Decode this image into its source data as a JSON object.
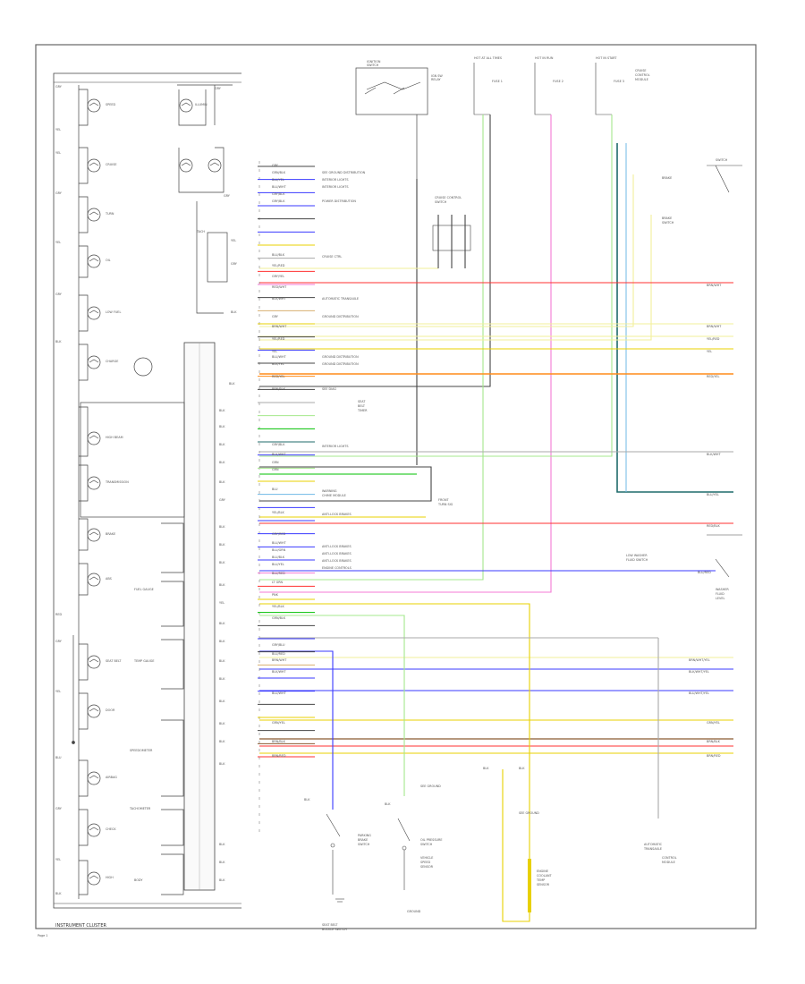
{
  "diagram": {
    "title": "INSTRUMENT CLUSTER",
    "page_ref": "Page 1"
  },
  "colors": {
    "border": "#555555",
    "frame": "#222222",
    "wire_black": "#444444",
    "wire_blue": "#3a3aff",
    "wire_yellow": "#e8d000",
    "wire_pale_yellow": "#f2ef9a",
    "wire_red": "#ff3030",
    "wire_pink": "#f47ad6",
    "wire_green": "#00c000",
    "wire_light_green": "#a4e88c",
    "wire_orange": "#ff8c1a",
    "wire_tan": "#d8b070",
    "wire_light_blue": "#6fb8e6",
    "wire_dark_teal": "#1f6b6b",
    "wire_brown": "#8a5a30",
    "wire_gray": "#aaaaaa"
  },
  "connectors": {
    "hot_feeds": [
      "HOT AT ALL TIMES",
      "HOT IN RUN",
      "HOT IN START"
    ],
    "fuse_labels": [
      "FUSE 1",
      "FUSE 2",
      "FUSE 3"
    ],
    "ground": "GROUND"
  },
  "harness_wires": [
    {
      "color": "wire_black"
    },
    {
      "color": "wire_blue"
    },
    {
      "color": "wire_blue"
    },
    {
      "color": "wire_blue"
    },
    {
      "color": "wire_black"
    },
    {
      "color": "wire_blue"
    },
    {
      "color": "wire_yellow"
    },
    {
      "color": "wire_gray"
    },
    {
      "color": "wire_red"
    },
    {
      "color": "wire_pink"
    },
    {
      "color": "wire_black"
    },
    {
      "color": "wire_tan"
    },
    {
      "color": "wire_yellow"
    },
    {
      "color": "wire_black"
    },
    {
      "color": "wire_blue"
    },
    {
      "color": "wire_black"
    },
    {
      "color": "wire_orange"
    },
    {
      "color": "wire_black"
    },
    {
      "color": "wire_gray"
    },
    {
      "color": "wire_light_green"
    },
    {
      "color": "wire_green"
    },
    {
      "color": "wire_dark_teal"
    },
    {
      "color": "wire_blue"
    },
    {
      "color": "wire_light_green"
    },
    {
      "color": "wire_yellow"
    },
    {
      "color": "wire_light_blue"
    },
    {
      "color": "wire_blue"
    },
    {
      "color": "wire_blue"
    },
    {
      "color": "wire_blue"
    },
    {
      "color": "wire_blue"
    },
    {
      "color": "wire_blue"
    },
    {
      "color": "wire_pink"
    },
    {
      "color": "wire_red"
    },
    {
      "color": "wire_yellow"
    },
    {
      "color": "wire_green"
    },
    {
      "color": "wire_black"
    },
    {
      "color": "wire_blue"
    },
    {
      "color": "wire_black"
    },
    {
      "color": "wire_tan"
    },
    {
      "color": "wire_blue"
    },
    {
      "color": "wire_blue"
    },
    {
      "color": "wire_black"
    },
    {
      "color": "wire_yellow"
    },
    {
      "color": "wire_black"
    },
    {
      "color": "wire_brown"
    },
    {
      "color": "wire_red"
    }
  ]
}
